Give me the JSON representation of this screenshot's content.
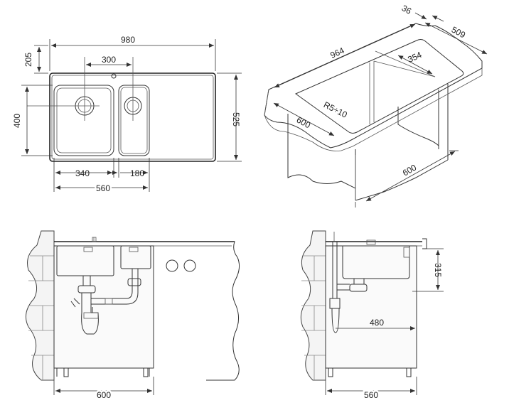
{
  "top_view": {
    "dim_total_width": "980",
    "dim_waste_spacing": "300",
    "dim_top_margin": "205",
    "dim_bowl_height": "400",
    "dim_total_depth": "525",
    "dim_big_bowl": "340",
    "dim_small_bowl": "180",
    "dim_bowls_total": "560"
  },
  "iso_view": {
    "dim_length": "964",
    "dim_thickness": "36",
    "dim_depth": "509",
    "dim_drainer": "354",
    "dim_radius": "R5÷10",
    "dim_cut_depth": "600",
    "dim_cabinet": "600"
  },
  "front_view": {
    "dim_cabinet_width": "600"
  },
  "side_view": {
    "dim_bowl_depth": "315",
    "dim_drain_offset": "480",
    "dim_cabinet_depth": "560"
  }
}
